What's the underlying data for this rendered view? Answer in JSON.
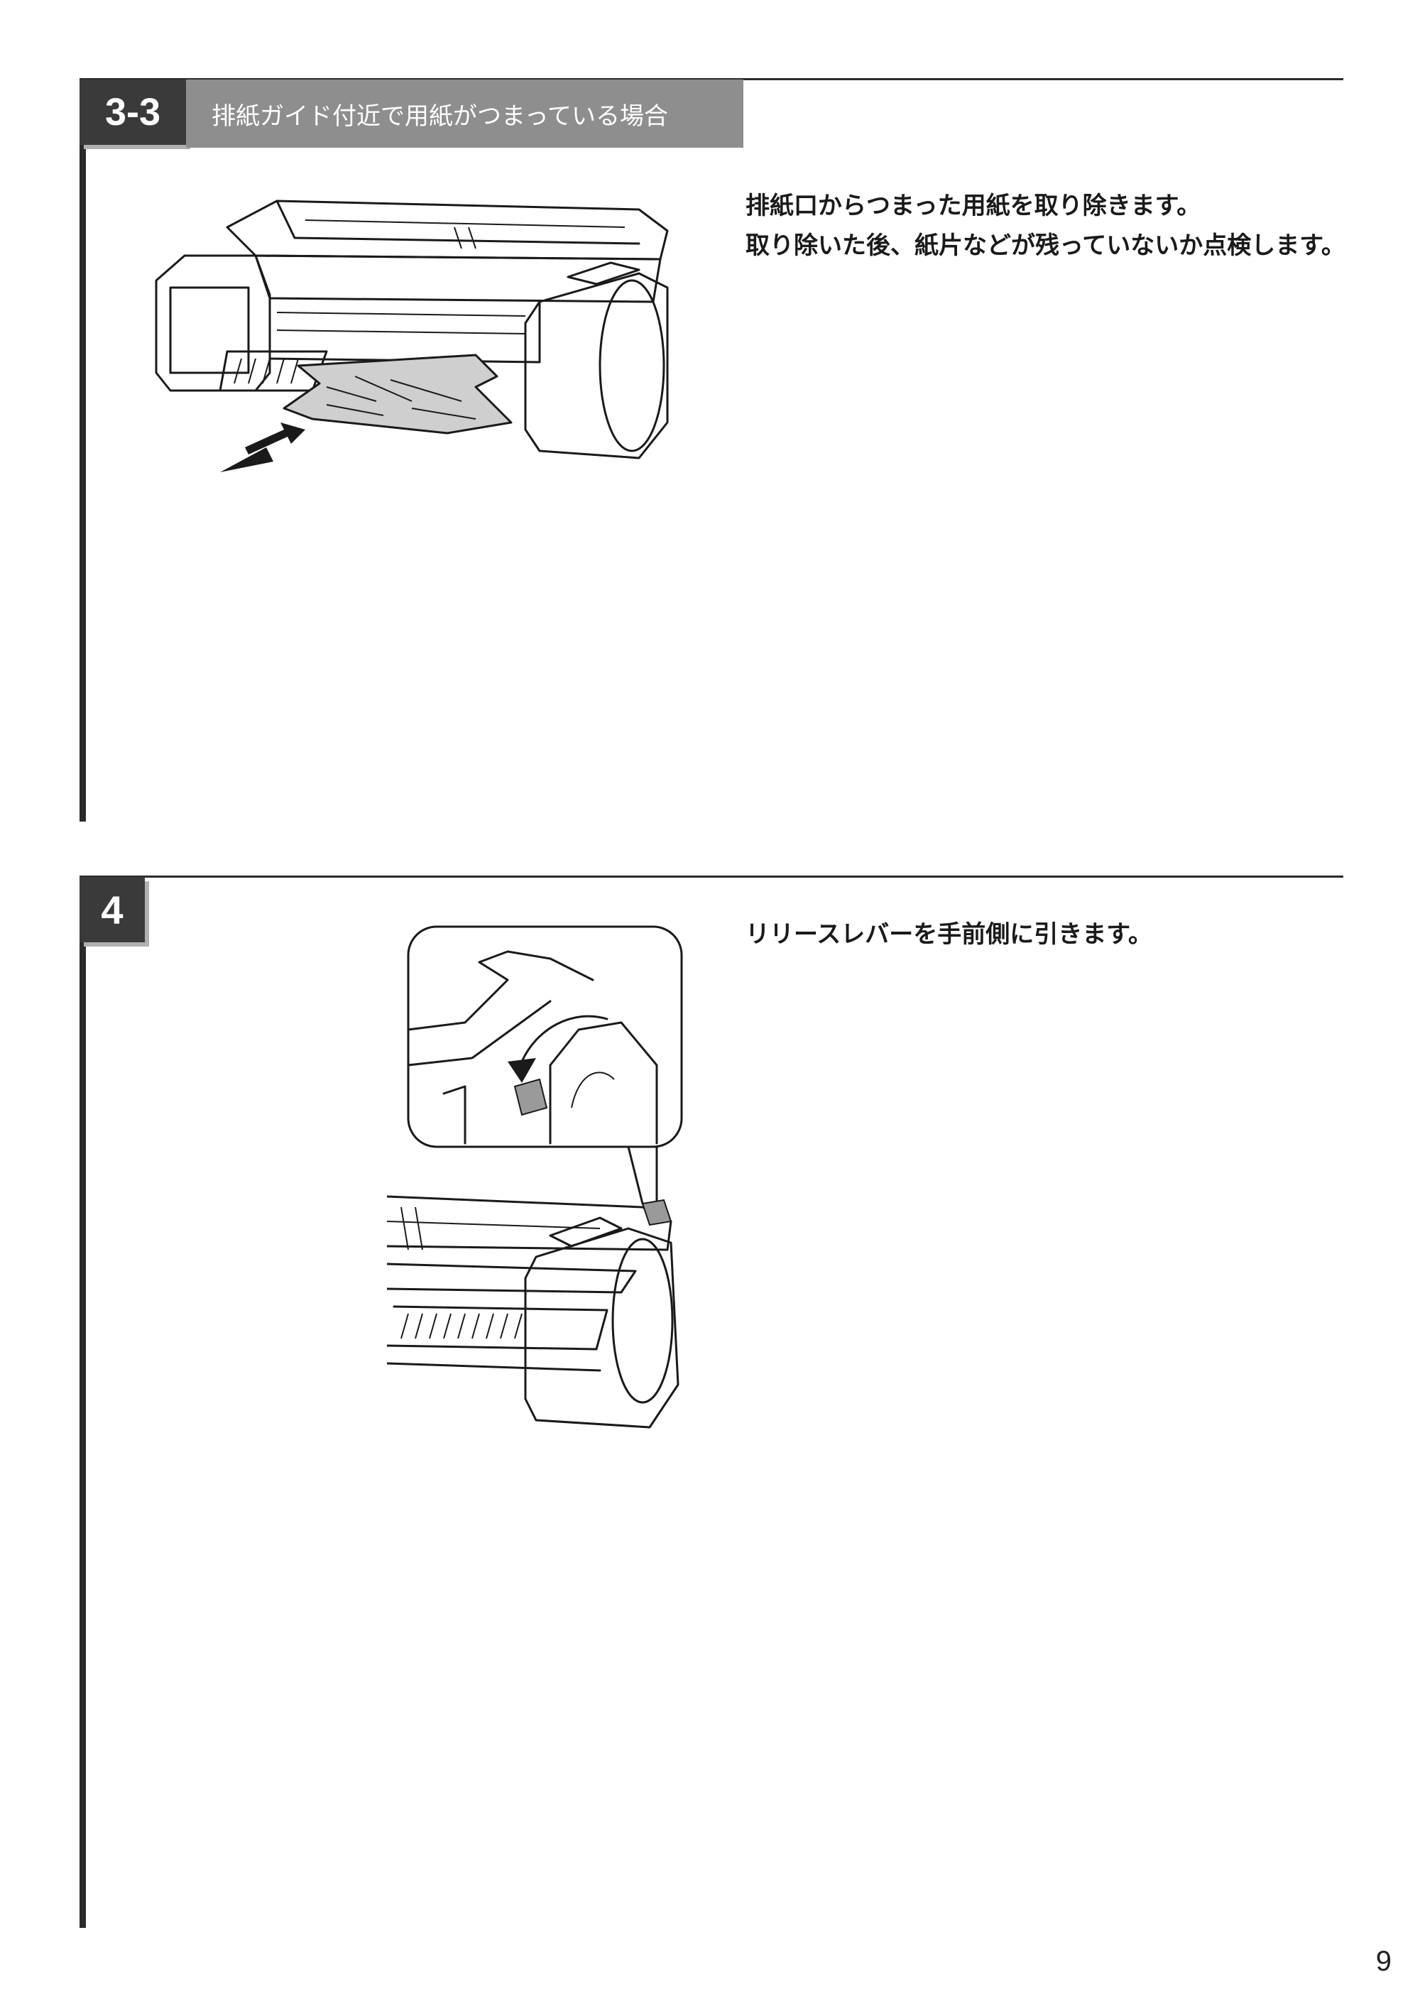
{
  "section1": {
    "badge": "3-3",
    "subtitle": "排紙ガイド付近で用紙がつまっている場合",
    "lines": [
      "排紙口からつまった用紙を取り除きます。",
      "取り除いた後、紙片などが残っていないか点検します。"
    ]
  },
  "section2": {
    "badge": "4",
    "lines": [
      "リリースレバーを手前側に引きます。"
    ]
  },
  "page_number": "9"
}
